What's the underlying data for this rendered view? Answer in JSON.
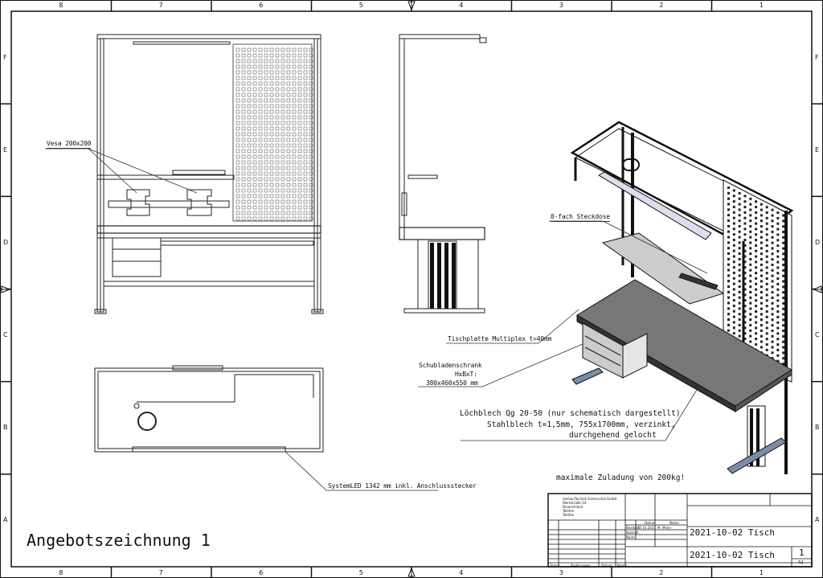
{
  "drawing_title": "Angebotszeichnung 1",
  "zones": {
    "columns": [
      "8",
      "7",
      "6",
      "5",
      "4",
      "3",
      "2",
      "1"
    ],
    "rows": [
      "F",
      "E",
      "D",
      "C",
      "B",
      "A"
    ]
  },
  "annotations": {
    "vesa": "Vesa 200x200",
    "steckdose": "8-fach Steckdose",
    "tischplatte": "Tischplatte Multiplex t=40mm",
    "schublade_1": "Schubladenschrank",
    "schublade_2": "HxBxT:",
    "schublade_3": "380x460x550 mm",
    "lochblech_1": "Löchblech Qg 20-50 (nur schematisch dargestellt)",
    "lochblech_2": "Stahlblech t=1,5mm, 755x1700mm, verzinkt,",
    "lochblech_3": "durchgehend gelocht",
    "systemled": "SystemLED 1342 mm inkl. Anschlussstecker",
    "zuladung": "maximale Zuladung von 200kg!"
  },
  "title_block": {
    "company_lines": [
      "alemanTechnik Schenschal GmbH",
      "Werkstraße 24",
      "Deutschland",
      "Telefon",
      "Telefax"
    ],
    "col_datum": "Datum",
    "col_name": "Name",
    "row_bearb": "Bearbeit.",
    "row_gepr": "Kontroll.",
    "row_norm": "Norm",
    "bearb_datum": "15.10.2021",
    "bearb_name": "M. Meier",
    "title": "2021-10-02 Tisch",
    "drawing_no": "2021-10-02 Tisch",
    "sheet": "1",
    "format": "A2",
    "rev_status": "Status",
    "rev_changes": "Änderungen",
    "rev_date": "Datum",
    "rev_name": "Name"
  }
}
